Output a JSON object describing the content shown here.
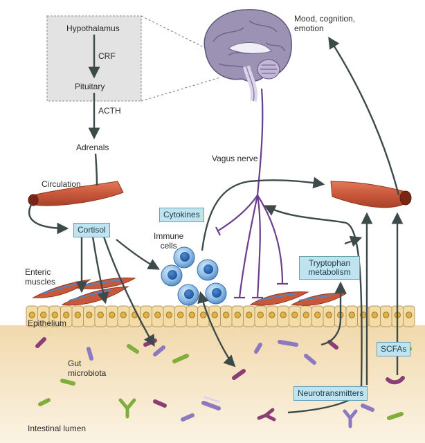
{
  "hpa": {
    "hypothalamus": "Hypothalamus",
    "crf": "CRF",
    "pituitary": "Pituitary",
    "acth": "ACTH",
    "adrenals": "Adrenals"
  },
  "labels": {
    "circulation": "Circulation",
    "mood_line1": "Mood, cognition,",
    "mood_line2": "emotion",
    "vagus": "Vagus nerve",
    "immune_line1": "Immune",
    "immune_line2": "cells",
    "enteric_line1": "Enteric",
    "enteric_line2": "muscles",
    "epithelium": "Epithelium",
    "gut_line1": "Gut",
    "gut_line2": "microbiota",
    "lumen": "Intestinal lumen"
  },
  "boxes": {
    "cortisol": "Cortisol",
    "cytokines": "Cytokines",
    "tryptophan_line1": "Tryptophan",
    "tryptophan_line2": "metabolism",
    "scfas": "SCFAs",
    "neurotransmitters": "Neurotransmitters"
  },
  "colors": {
    "arrow": "#3d4a4a",
    "vagus": "#6a3d8f",
    "vessel": "#c9583b",
    "box_fill": "#bfe3ef",
    "lumen": "#f4e1bd",
    "epithelium": "#f3dca8",
    "immune_cell": "#4f86c2"
  }
}
